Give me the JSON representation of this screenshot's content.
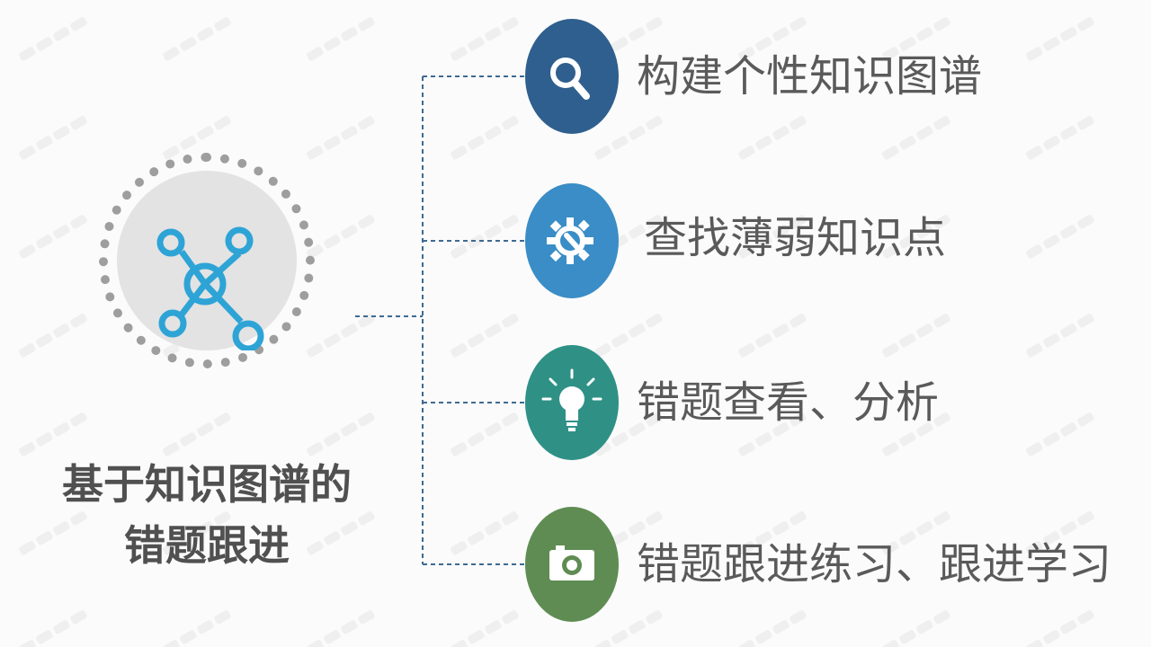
{
  "hub": {
    "title_line1": "基于知识图谱的",
    "title_line2": "错题跟进",
    "icon": "network-icon"
  },
  "items": [
    {
      "label": "构建个性知识图谱",
      "icon": "search-icon",
      "color": "#2f5f8e"
    },
    {
      "label": "查找薄弱知识点",
      "icon": "gear-wrench-icon",
      "color": "#3a8dc6"
    },
    {
      "label": "错题查看、分析",
      "icon": "lightbulb-icon",
      "color": "#2f9186"
    },
    {
      "label": "错题跟进练习、跟进学习",
      "icon": "camera-icon",
      "color": "#5f8c52"
    }
  ],
  "colors": {
    "hub_fill": "#e3e3e3",
    "hub_ring": "#9e9e9e",
    "hub_icon": "#2ea4d6",
    "connector": "#3e6a92",
    "text": "#5a5a5a",
    "title": "#505050"
  }
}
